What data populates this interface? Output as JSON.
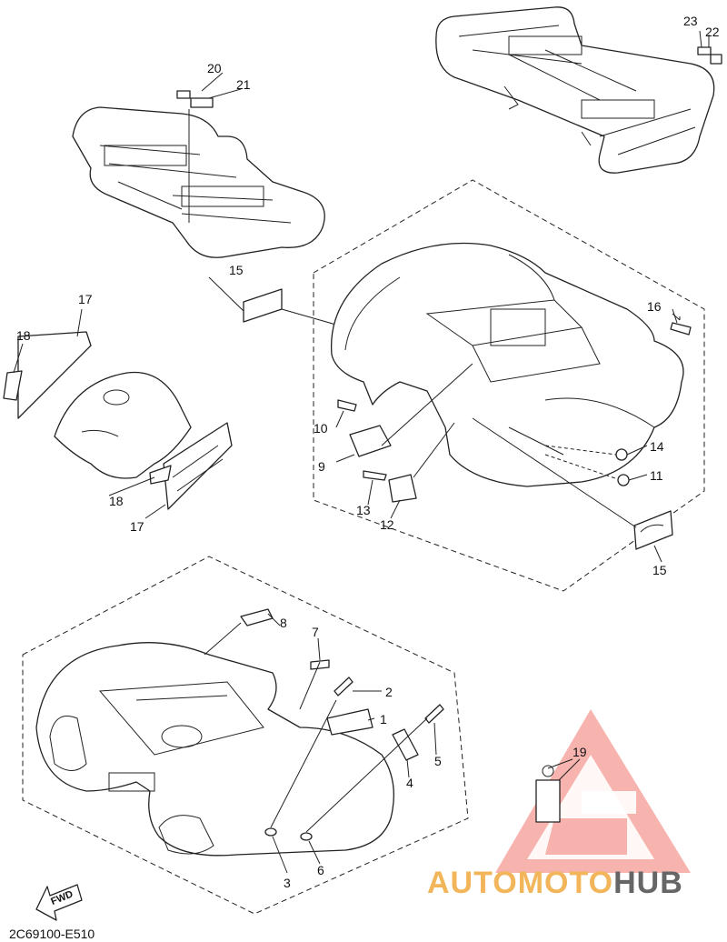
{
  "drawing_code": "2C69100-E510",
  "fwd_arrow": {
    "text": "FWD",
    "icon": "fwd-arrow-icon"
  },
  "watermark": {
    "text_parts": [
      "AUTO",
      "MOTO",
      "HUB"
    ],
    "colors": {
      "auto": "#f2a33a",
      "moto": "#f2a33a",
      "hub": "#555555",
      "logo": "#f28b82"
    }
  },
  "callouts": [
    {
      "number": "1"
    },
    {
      "number": "2"
    },
    {
      "number": "3"
    },
    {
      "number": "4"
    },
    {
      "number": "5"
    },
    {
      "number": "6"
    },
    {
      "number": "7"
    },
    {
      "number": "8"
    },
    {
      "number": "9"
    },
    {
      "number": "10"
    },
    {
      "number": "11"
    },
    {
      "number": "12"
    },
    {
      "number": "13"
    },
    {
      "number": "14"
    },
    {
      "number": "15"
    },
    {
      "number": "15"
    },
    {
      "number": "16"
    },
    {
      "number": "17"
    },
    {
      "number": "17"
    },
    {
      "number": "18"
    },
    {
      "number": "18"
    },
    {
      "number": "19"
    },
    {
      "number": "20"
    },
    {
      "number": "21"
    },
    {
      "number": "22"
    },
    {
      "number": "23"
    }
  ]
}
